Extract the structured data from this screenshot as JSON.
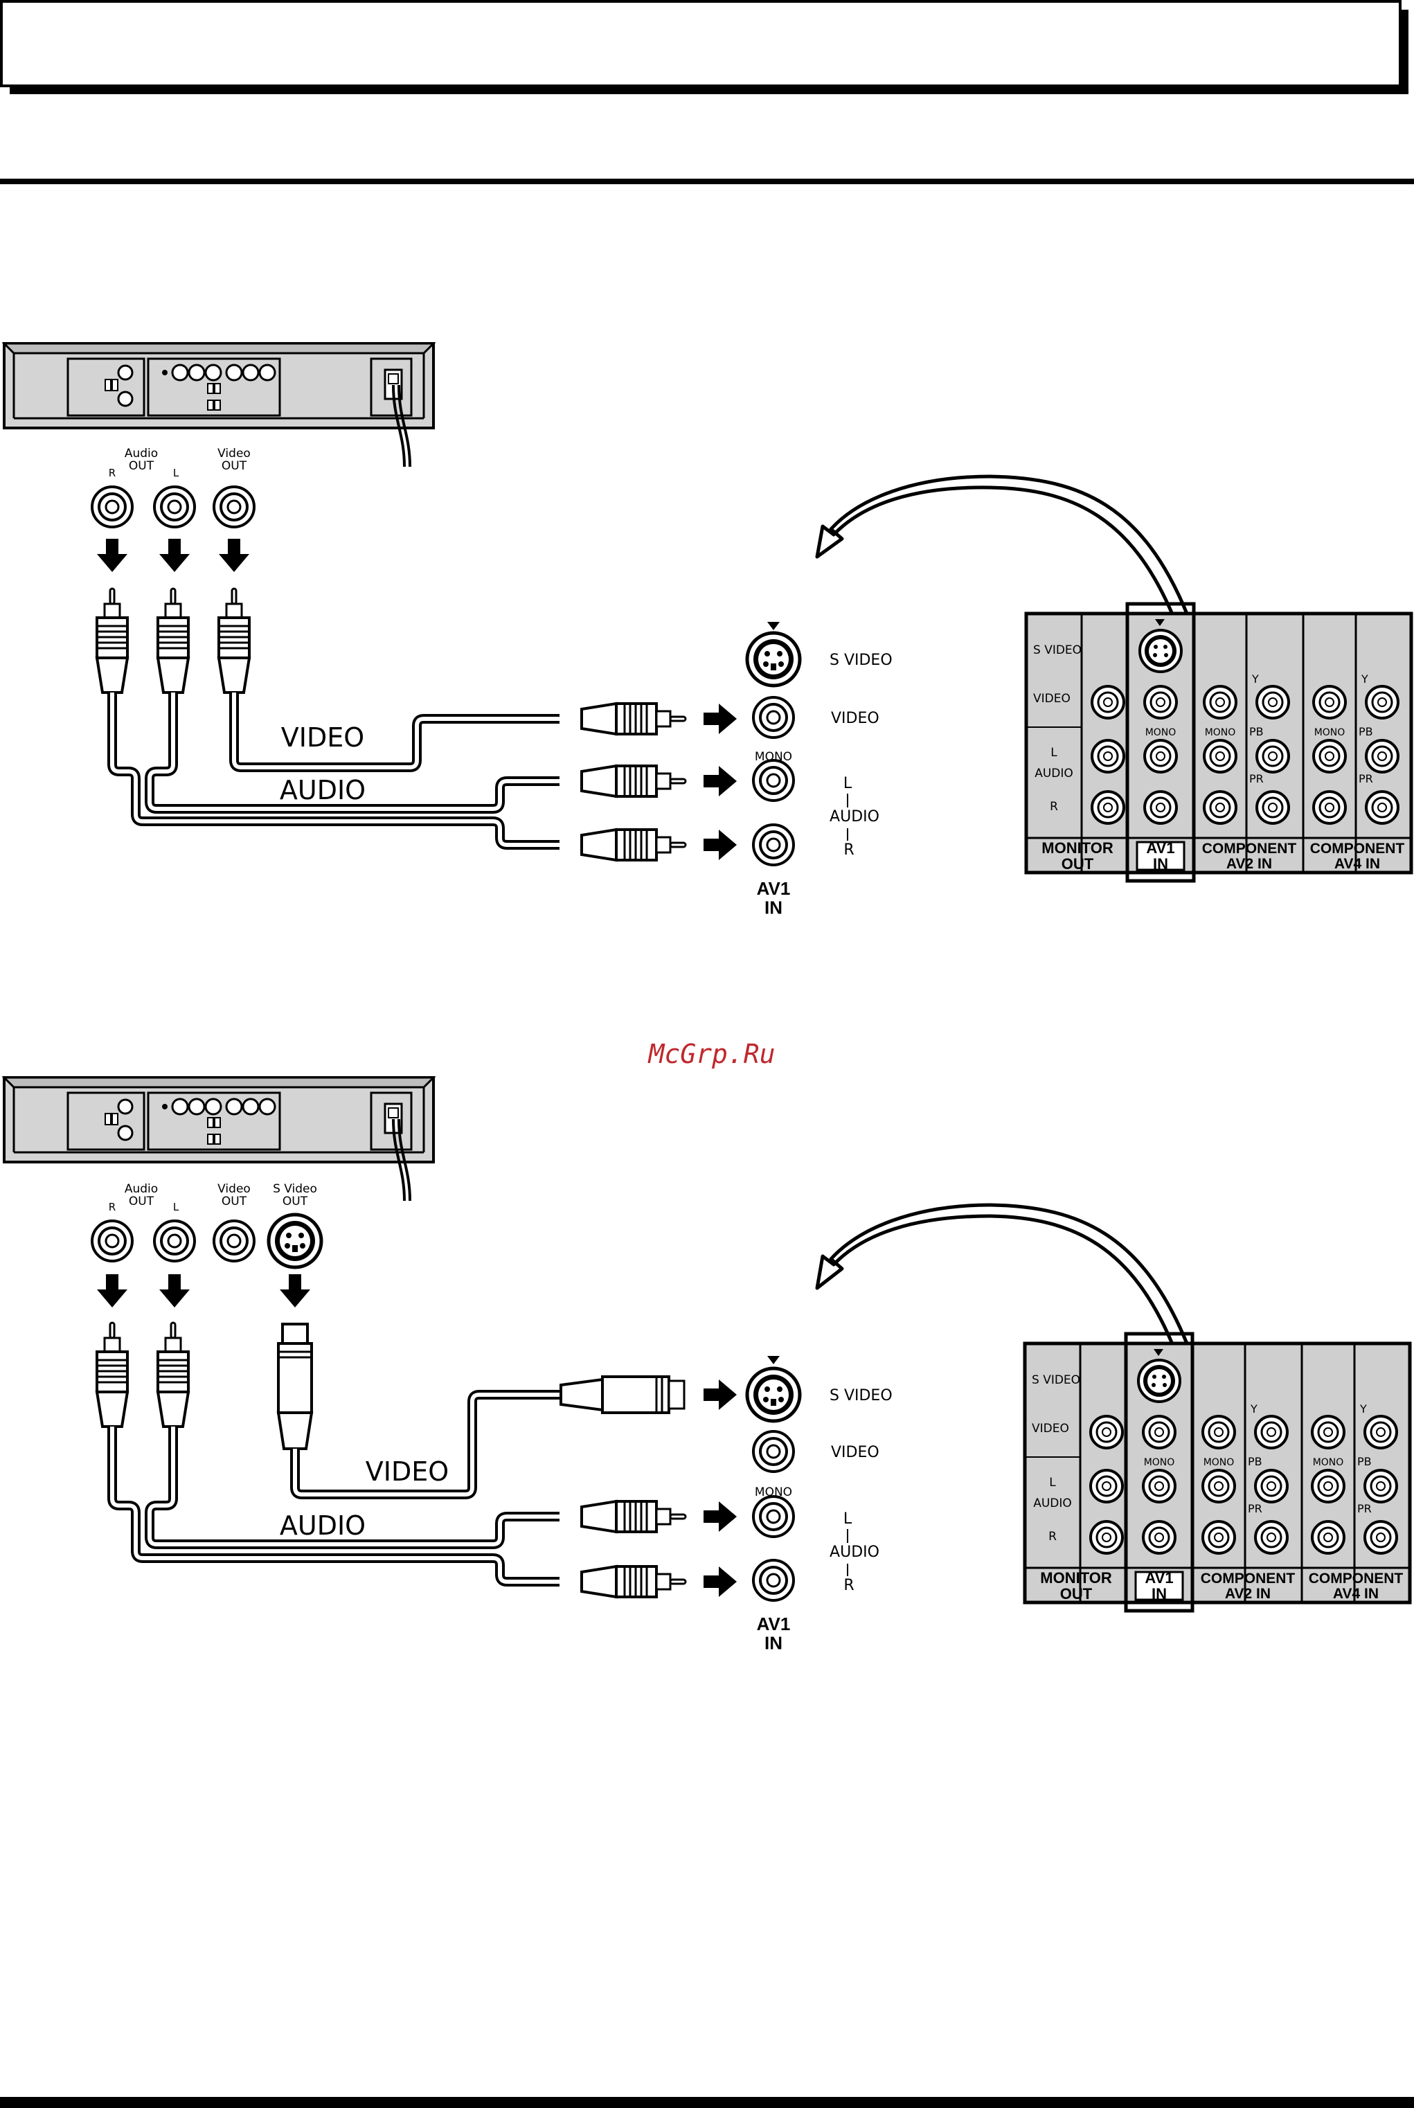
{
  "watermark": "McGrp.Ru",
  "colors": {
    "device_fill": "#d4d4d4",
    "panel_fill": "#cfcfcf",
    "ink": "#000000",
    "watermark": "#c0282d"
  },
  "diagram1": {
    "vcr_outputs": {
      "audio_out": "Audio\nOUT",
      "r": "R",
      "l": "L",
      "video_out": "Video\nOUT"
    },
    "cable_labels": {
      "video": "VIDEO",
      "audio": "AUDIO"
    },
    "tv_jacks": {
      "s_video": "S VIDEO",
      "video": "VIDEO",
      "mono": "MONO",
      "l": "L",
      "audio": "AUDIO",
      "r": "R",
      "av1_in": "AV1\nIN"
    }
  },
  "diagram2": {
    "vcr_outputs": {
      "audio_out": "Audio\nOUT",
      "r": "R",
      "l": "L",
      "video_out": "Video\nOUT",
      "s_video_out": "S Video\nOUT"
    },
    "cable_labels": {
      "video": "VIDEO",
      "audio": "AUDIO"
    },
    "tv_jacks": {
      "s_video": "S VIDEO",
      "video": "VIDEO",
      "mono": "MONO",
      "l": "L",
      "audio": "AUDIO",
      "r": "R",
      "av1_in": "AV1\nIN"
    }
  },
  "tv_panel": {
    "s_video": "S VIDEO",
    "video": "VIDEO",
    "l": "L",
    "audio": "AUDIO",
    "r": "R",
    "mono": "MONO",
    "y": "Y",
    "pb": "PB",
    "pr": "PR",
    "monitor_out": "MONITOR\nOUT",
    "av1_in": "AV1\nIN",
    "component_av2": "COMPONENT\nAV2 IN",
    "component_av4": "COMPONENT\nAV4 IN"
  }
}
